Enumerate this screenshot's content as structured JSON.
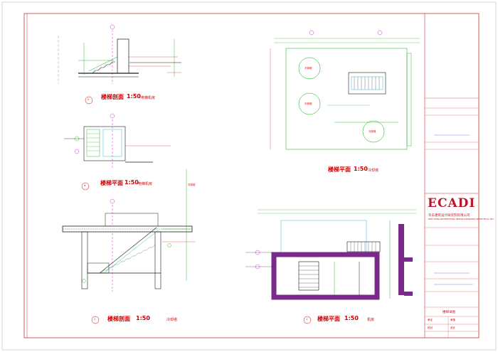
{
  "drawings": [
    {
      "title": "楼梯剖面",
      "scale": "1:50",
      "subtitle": "电梯机房",
      "marker": "5"
    },
    {
      "title": "楼梯平面",
      "scale": "1:50",
      "subtitle": "电梯机房",
      "marker": "6"
    },
    {
      "title": "楼梯剖面",
      "scale": "1:50",
      "subtitle": "冷却塔",
      "marker": "2"
    },
    {
      "title": "楼梯平面",
      "scale": "1:50",
      "subtitle": "冷却塔",
      "marker": ""
    },
    {
      "title": "楼梯平面",
      "scale": "1:50",
      "subtitle": "机房",
      "marker": "1"
    }
  ],
  "equipment_labels": [
    "冷却塔",
    "冷却塔",
    "冷却塔",
    "冷却塔"
  ],
  "title_block": {
    "logo": "ECADI",
    "company_cn": "华东建筑设计研究院有限公司",
    "company_en": "EAST CHINA ARCHITECTURAL DESIGN & RESEARCH INSTITUTE CO.,LTD.",
    "drawing_name": "楼梯详图",
    "approvals": [
      "审定",
      "审核",
      "校对",
      "设计"
    ]
  },
  "colors": {
    "frame": "#cc3333",
    "wall": "#1a1a1a",
    "green": "#00aa00",
    "cyan": "#00a8c8",
    "magenta": "#cc00cc",
    "purple": "#7a2a8a",
    "red": "#cc0000",
    "blue": "#2233bb"
  }
}
